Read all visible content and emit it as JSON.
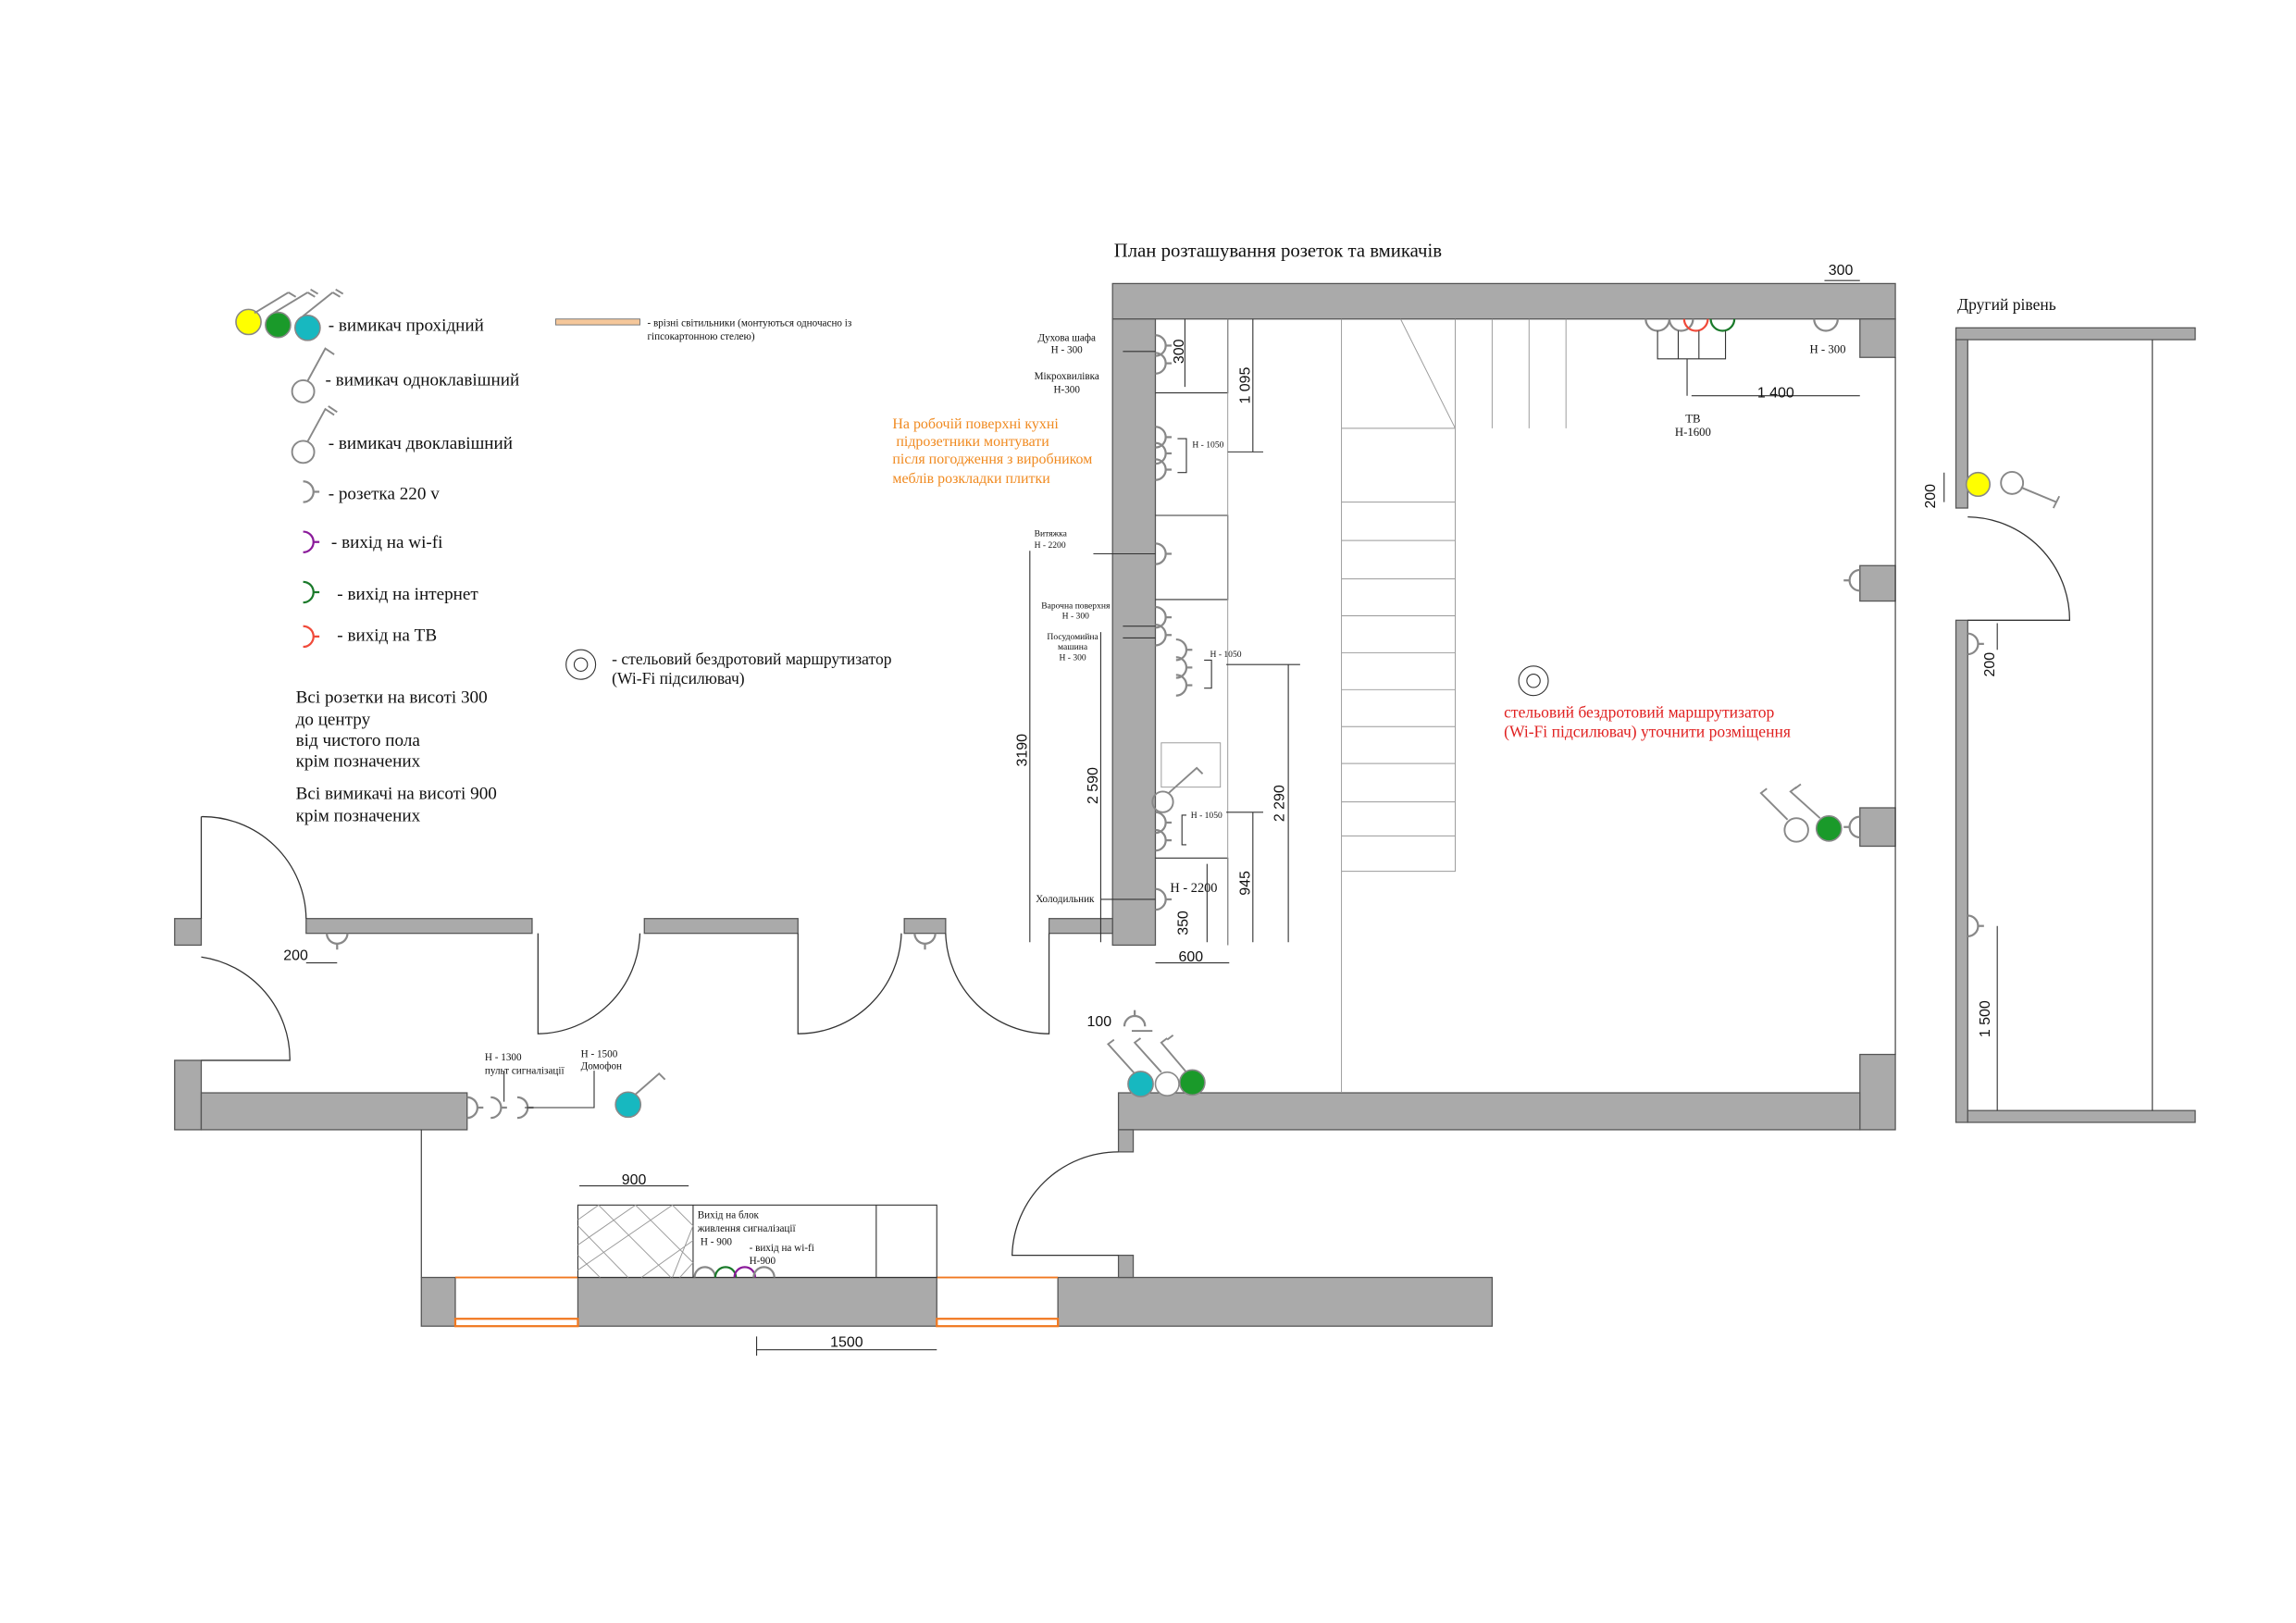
{
  "title": "План розташування розеток та вмикачів",
  "second_level_title": "Другий рівень",
  "colors": {
    "yellow": "#ffff00",
    "green": "#1a9a2a",
    "teal": "#17b8c0",
    "wifi": "#8a1a9a",
    "tv": "#f04a3a",
    "orange_note": "#f08a20",
    "red_note": "#e02020",
    "wall": "#aaaaaa",
    "window": "#f07820",
    "light_strip": "#f5c79a"
  },
  "legend": {
    "pass_switch": "- вимикач прохідний",
    "single_switch": "- вимикач одноклавішний",
    "double_switch": "- вимикач двоклавішний",
    "socket": "- розетка 220 v",
    "wifi_out": "- вихід на wi-fi",
    "internet_out": "- вихід на інтернет",
    "tv_out": "- вихід на ТВ",
    "recessed_lights": [
      "- врізні світильники (монтуються одночасно із",
      "гіпсокартонною стелею)"
    ],
    "router": [
      "- стельовий бездротовий маршрутизатор",
      "(Wi-Fi підсилювач)"
    ],
    "notes_sockets": [
      "Всі розетки на висоті 300",
      "до центру",
      "від чистого пола",
      "крім позначених"
    ],
    "notes_switches": [
      "Всі вимикачі на висоті 900",
      "крім позначених"
    ]
  },
  "kitchen_note": [
    "На робочій поверхні кухні",
    " підрозетники монтувати",
    "після погодження з виробником",
    "меблів розкладки плитки"
  ],
  "router_note": [
    "стельовий бездротовий маршрутизатор",
    "(Wi-Fi підсилювач) уточнити розміщення"
  ],
  "labels": {
    "oven": [
      "Духова шафа",
      "Н - 300"
    ],
    "microwave": [
      "Мікрохвилівка",
      "Н-300"
    ],
    "hood": [
      "Витяжка",
      "Н - 2200"
    ],
    "hob": [
      "Варочна поверхня",
      "Н - 300"
    ],
    "dishwasher": [
      "Посудомийна",
      "машина",
      "Н - 300"
    ],
    "fridge": "Холодильник",
    "fridge_h": "Н - 2200",
    "h1050_a": "Н - 1050",
    "h1050_b": "Н - 1050",
    "h1050_c": "Н - 1050",
    "tv": [
      "ТВ",
      "Н-1600"
    ],
    "h300_top": "Н - 300",
    "alarm_panel": [
      "Н - 1300",
      "пульт сигналізації"
    ],
    "intercom": [
      "Н - 1500",
      "Домофон"
    ],
    "alarm_power": [
      "Вихід на блок",
      "живлення сигналізації"
    ],
    "h900": "Н - 900",
    "wifi_out": [
      "- вихід на wi-fi",
      "Н-900"
    ]
  },
  "dimensions": {
    "d300_top": "300",
    "d300_k": "300",
    "d1095": "1 095",
    "d3190": "3190",
    "d2590": "2 590",
    "d2290": "2 290",
    "d945": "945",
    "d350": "350",
    "d600": "600",
    "d1400": "1 400",
    "d200_corr": "200",
    "d100": "100",
    "d900": "900",
    "d1500": "1500",
    "d200_l2a": "200",
    "d200_l2b": "200",
    "d1500_l2": "1 500"
  }
}
